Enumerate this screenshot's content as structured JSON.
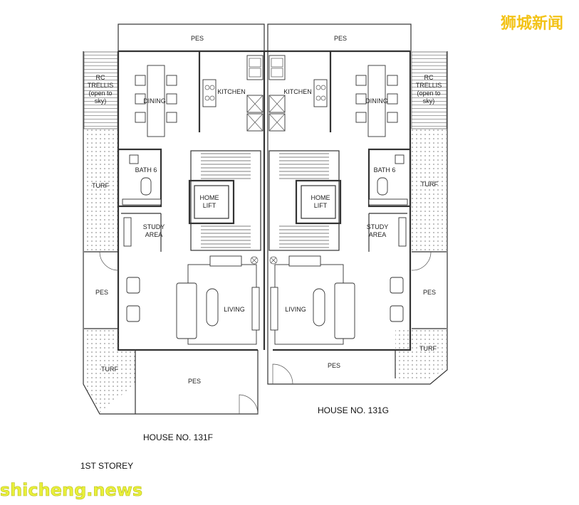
{
  "watermark": {
    "top_right": "狮城新闻",
    "bottom_left": "shicheng.news"
  },
  "house_labels": {
    "left": "HOUSE NO. 131F",
    "right": "HOUSE NO. 131G"
  },
  "storey": "1ST STOREY",
  "rooms": {
    "pes": "PES",
    "kitchen": "KITCHEN",
    "dining": "DINING",
    "trellis": [
      "RC",
      "TRELLIS",
      "(open to",
      "sky)"
    ],
    "bath": "BATH 6",
    "turf": "TURF",
    "home_lift": [
      "HOME",
      "LIFT"
    ],
    "study": [
      "STUDY",
      "AREA"
    ],
    "living": "LIVING"
  },
  "colors": {
    "line": "#333333",
    "watermark_top": "#f3c318",
    "watermark_bottom": "#e9f03a"
  }
}
